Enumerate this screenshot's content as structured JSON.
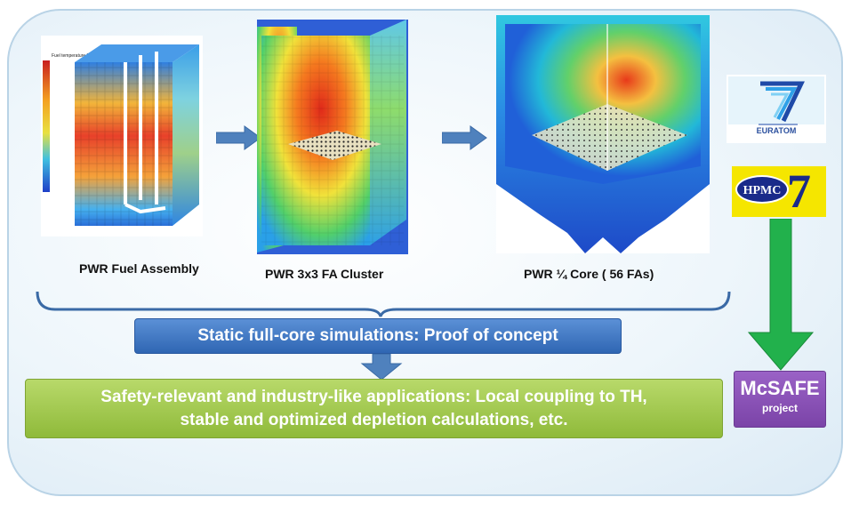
{
  "images": [
    {
      "label": "PWR Fuel Assembly",
      "legend_title": "Fuel temperature [K]"
    },
    {
      "label": "PWR 3x3 FA Cluster"
    },
    {
      "label": "PWR ¼ Core ( 56 FAs)"
    }
  ],
  "boxes": {
    "proof_of_concept": "Static full-core simulations: Proof of concept",
    "applications_line1": "Safety-relevant and industry-like applications: Local coupling to TH,",
    "applications_line2": "stable and optimized depletion calculations, etc."
  },
  "logos": {
    "euratom_text": "EURATOM",
    "hpmc_text": "HPMC",
    "hpmc_number": "7"
  },
  "project": {
    "name": "McSAFE",
    "subtitle": "project"
  },
  "colors": {
    "blue_box": "#3b73c2",
    "green_box": "#9cc64a",
    "purple_box": "#8650b4",
    "green_arrow": "#22b14c",
    "blue_arrow": "#4f81bd"
  }
}
